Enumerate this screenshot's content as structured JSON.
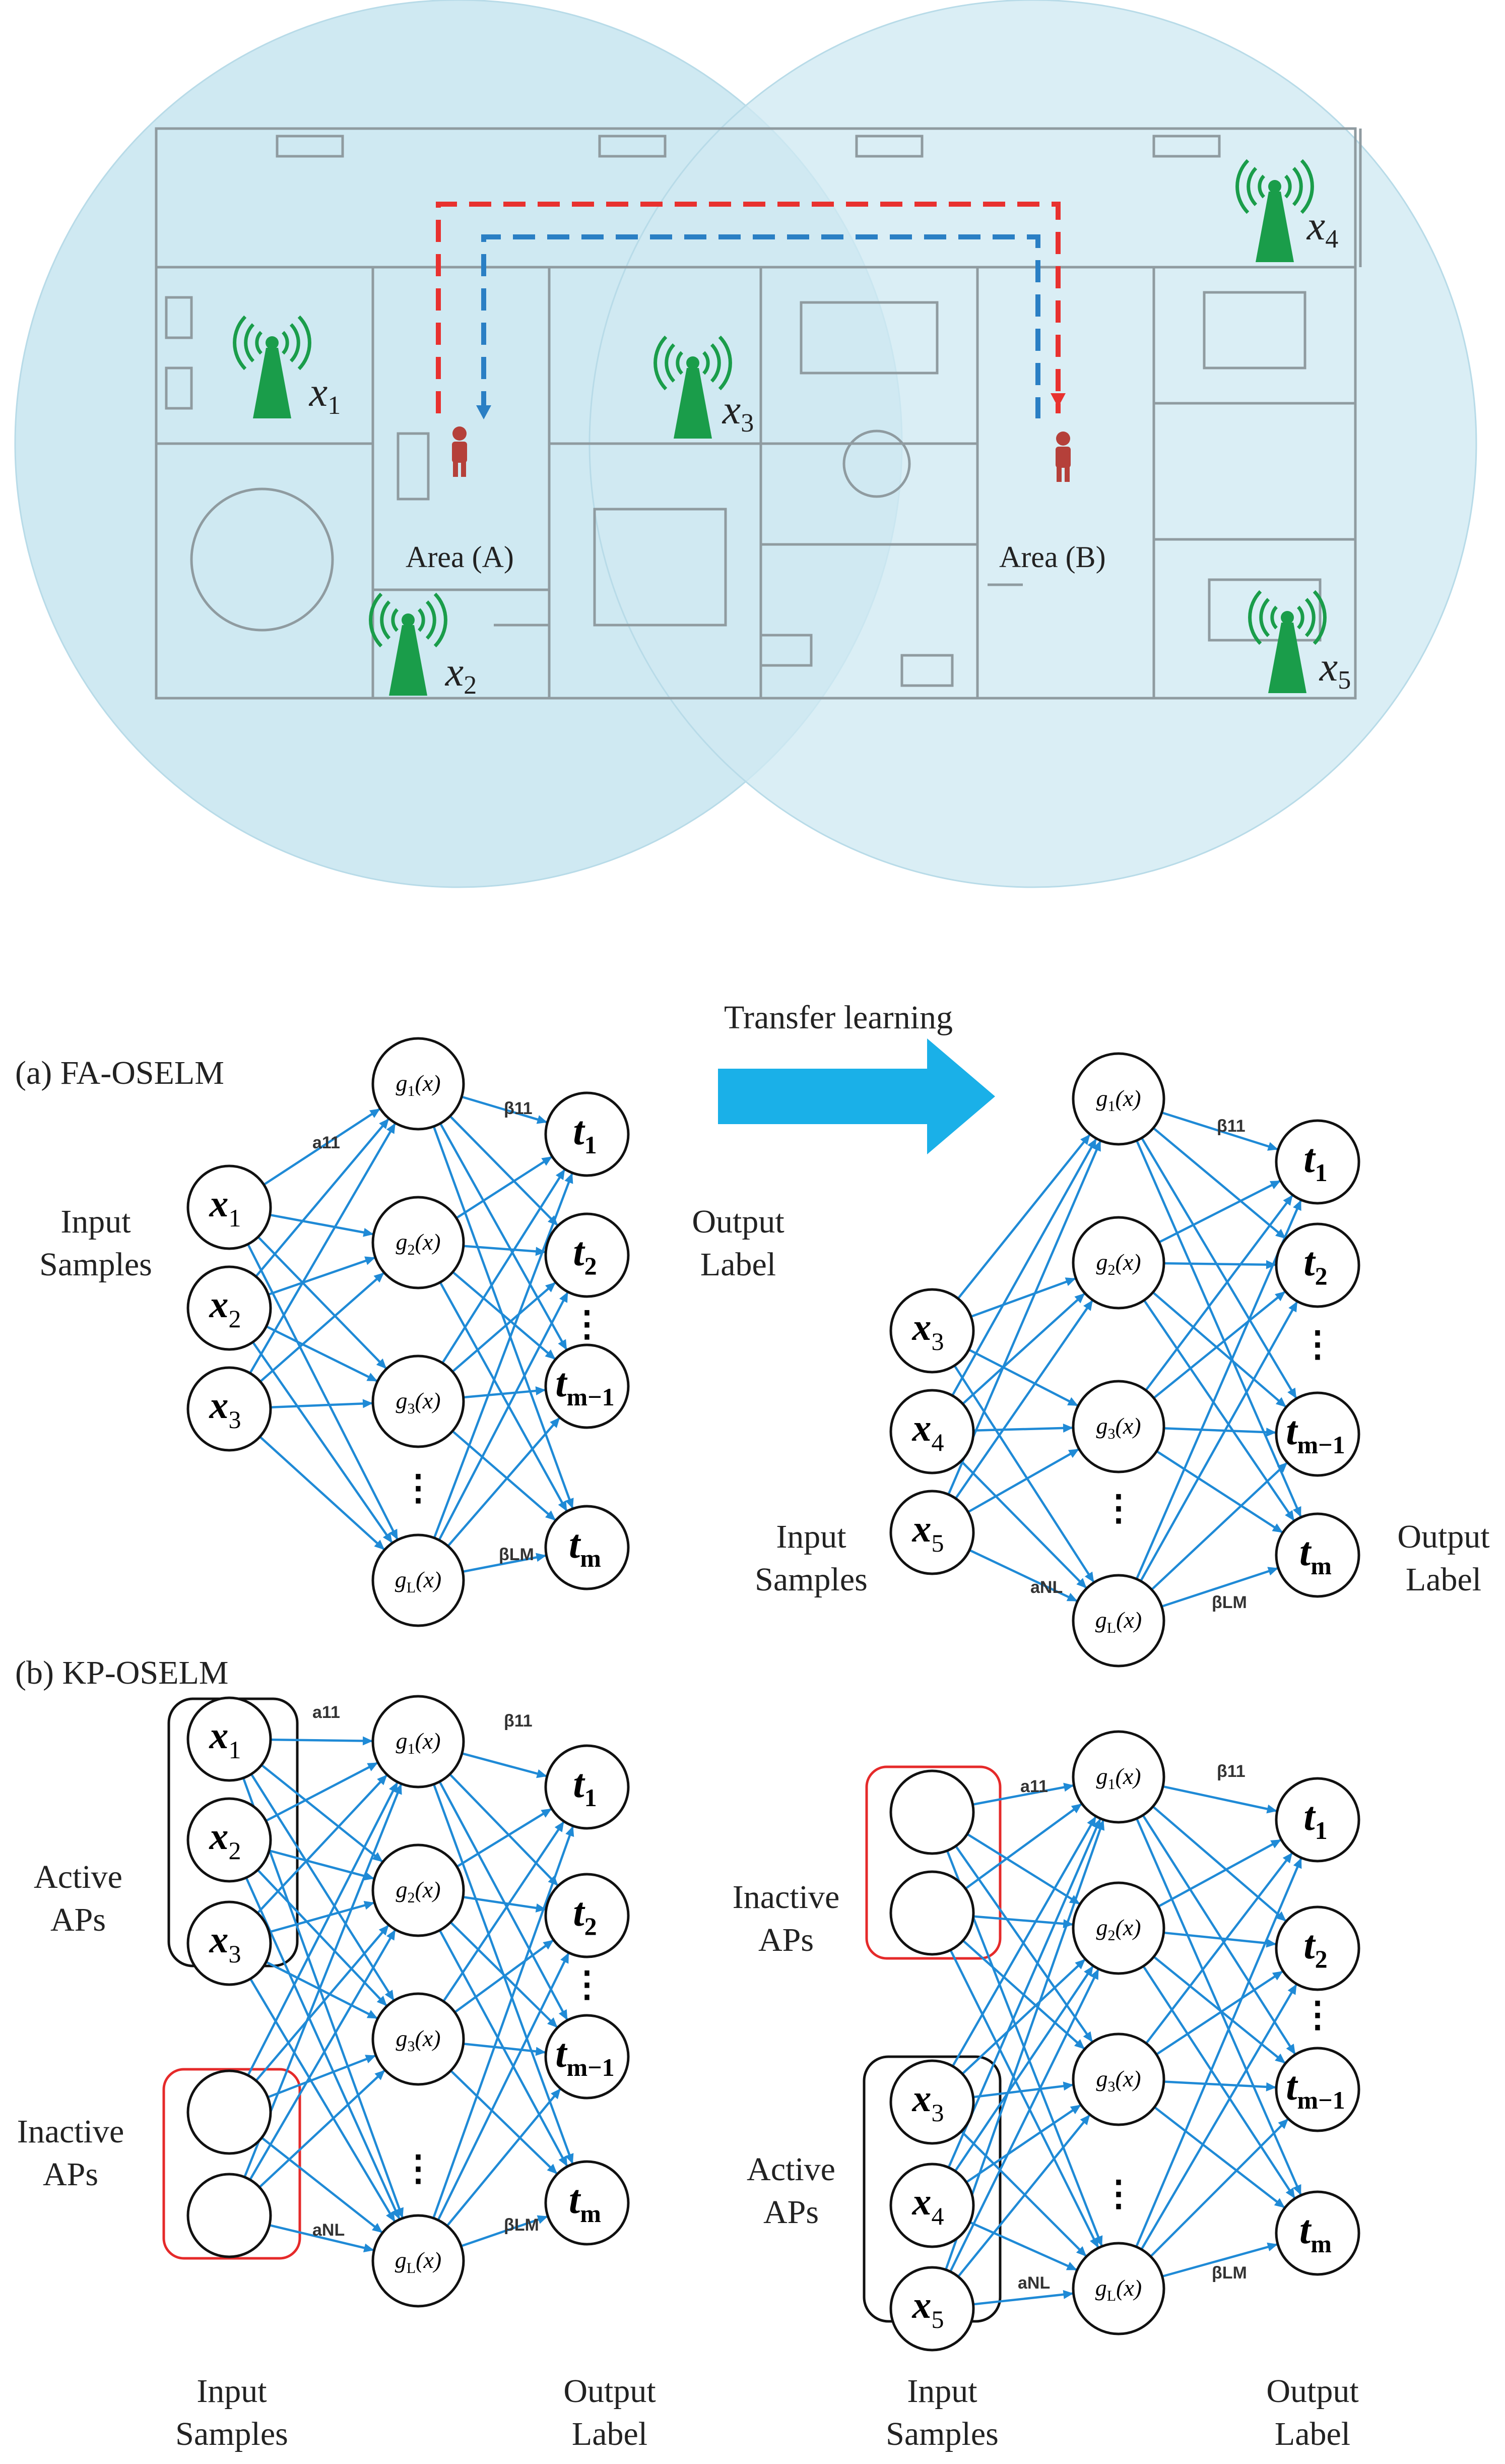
{
  "colors": {
    "coverage": "#cfe9f2",
    "coverage_stroke": "#b8dbe8",
    "route_red": "#e8312f",
    "route_blue": "#2a7fc4",
    "ap_green": "#1a9d4a",
    "person": "#b5403a",
    "edge_blue": "#1f8ad6",
    "arrow_blue": "#1ab0e8",
    "group_black": "#111111",
    "group_red": "#e52a2a"
  },
  "floorplan": {
    "area_a": "Area (A)",
    "area_b": "Area (B)",
    "aps": [
      {
        "icon": "antenna-tower-icon",
        "base": "x",
        "sub": "1"
      },
      {
        "icon": "antenna-tower-icon",
        "base": "x",
        "sub": "2"
      },
      {
        "icon": "antenna-tower-icon",
        "base": "x",
        "sub": "3"
      },
      {
        "icon": "antenna-tower-icon",
        "base": "x",
        "sub": "4"
      },
      {
        "icon": "antenna-tower-icon",
        "base": "x",
        "sub": "5"
      }
    ]
  },
  "transfer_label": "Transfer learning",
  "section_a_title": "(a) FA-OSELM",
  "section_b_title": "(b) KP-OSELM",
  "input_samples": [
    "Input",
    "Samples"
  ],
  "output_label": [
    "Output",
    "Label"
  ],
  "active_aps": [
    "Active",
    "APs"
  ],
  "inactive_aps": [
    "Inactive",
    "APs"
  ],
  "weights": {
    "a11": "a11",
    "b11": "β11",
    "aNL": "aNL",
    "bLM": "βLM"
  },
  "hidden_nodes": [
    {
      "g": "g",
      "sub": "1",
      "arg": "(x)"
    },
    {
      "g": "g",
      "sub": "2",
      "arg": "(x)"
    },
    {
      "g": "g",
      "sub": "3",
      "arg": "(x)"
    },
    {
      "g": "g",
      "sub": "L",
      "arg": "(x)"
    }
  ],
  "output_nodes": [
    {
      "t": "t",
      "sub": "1"
    },
    {
      "t": "t",
      "sub": "2"
    },
    {
      "t": "t",
      "sub": "m−1"
    },
    {
      "t": "t",
      "sub": "m"
    }
  ],
  "ellipsis": "⋮",
  "inputs_left": [
    {
      "x": "x",
      "sub": "1"
    },
    {
      "x": "x",
      "sub": "2"
    },
    {
      "x": "x",
      "sub": "3"
    }
  ],
  "inputs_right": [
    {
      "x": "x",
      "sub": "3"
    },
    {
      "x": "x",
      "sub": "4"
    },
    {
      "x": "x",
      "sub": "5"
    }
  ]
}
